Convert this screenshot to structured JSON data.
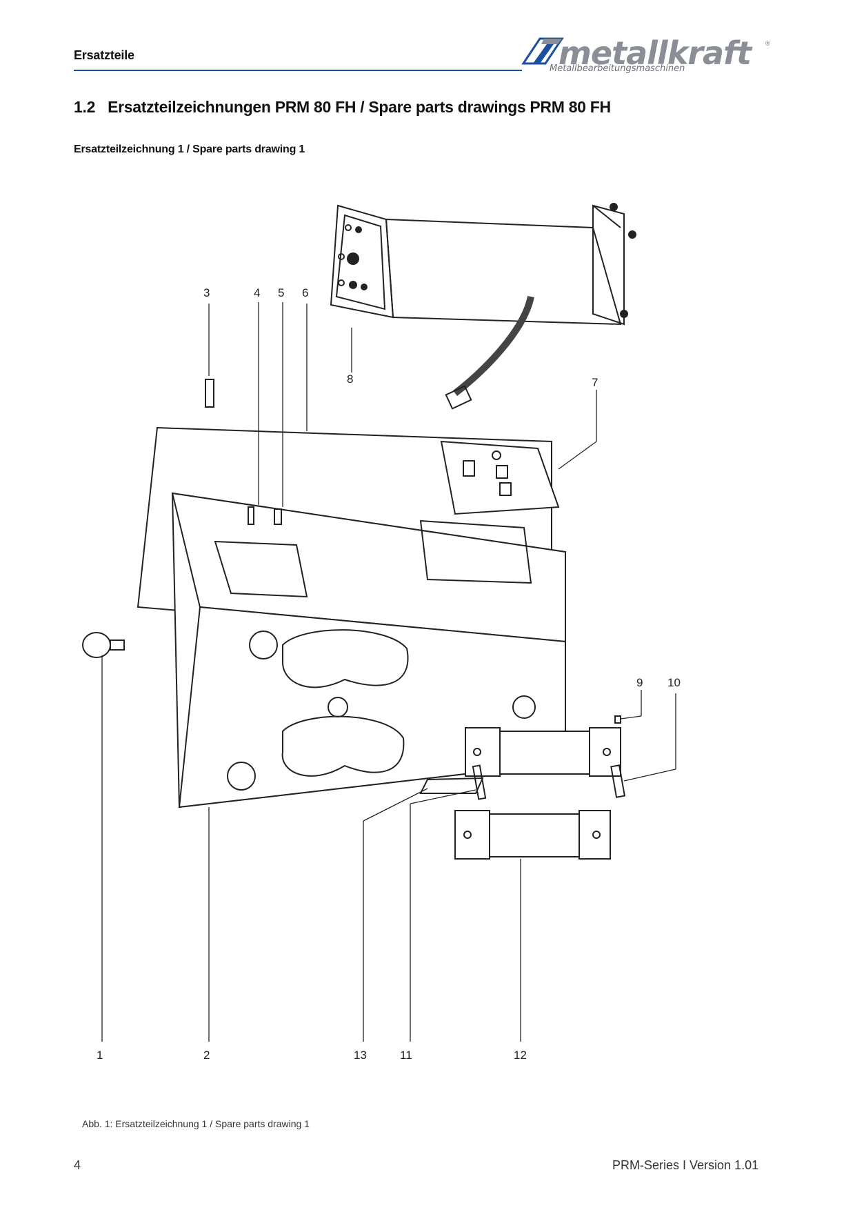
{
  "header": {
    "title": "Ersatzteile",
    "logo_word": "metallkraft",
    "logo_sub": "Metallbearbeitungsmaschinen",
    "logo_reg": "®",
    "logo_icon": "metallkraft-logo-mark",
    "rule_color": "#1a4fa0"
  },
  "section": {
    "number": "1.2",
    "title": "Ersatzteilzeichnungen PRM 80 FH / Spare parts drawings PRM 80 FH"
  },
  "subheading": "Ersatzteilzeichnung 1 / Spare parts drawing 1",
  "drawing": {
    "callouts": [
      "1",
      "2",
      "3",
      "4",
      "5",
      "6",
      "7",
      "8",
      "9",
      "10",
      "11",
      "12",
      "13"
    ]
  },
  "caption": "Abb. 1: Ersatzteilzeichnung 1 / Spare parts drawing 1",
  "footer": {
    "page": "4",
    "version": "PRM-Series I Version 1.01"
  }
}
